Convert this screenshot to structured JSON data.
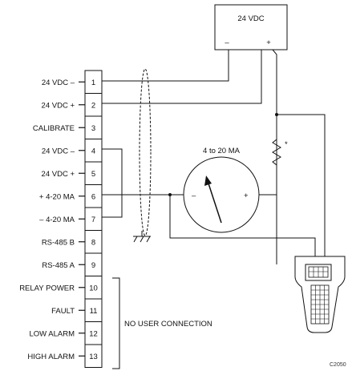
{
  "power_supply": {
    "label": "24 VDC",
    "neg": "–",
    "pos": "+"
  },
  "terminals": [
    {
      "num": "1",
      "label": "24 VDC –"
    },
    {
      "num": "2",
      "label": "24 VDC +"
    },
    {
      "num": "3",
      "label": "CALIBRATE"
    },
    {
      "num": "4",
      "label": "24 VDC –"
    },
    {
      "num": "5",
      "label": "24 VDC +"
    },
    {
      "num": "6",
      "label": "+ 4-20 MA"
    },
    {
      "num": "7",
      "label": "– 4-20 MA"
    },
    {
      "num": "8",
      "label": "RS-485 B"
    },
    {
      "num": "9",
      "label": "RS-485 A"
    },
    {
      "num": "10",
      "label": "RELAY POWER"
    },
    {
      "num": "11",
      "label": "FAULT"
    },
    {
      "num": "12",
      "label": "LOW ALARM"
    },
    {
      "num": "13",
      "label": "HIGH ALARM"
    }
  ],
  "meter": {
    "label": "4 to 20 MA",
    "neg": "–",
    "pos": "+"
  },
  "resistor_note": "*",
  "no_user_connection": "NO USER CONNECTION",
  "figure_code": "C2050"
}
